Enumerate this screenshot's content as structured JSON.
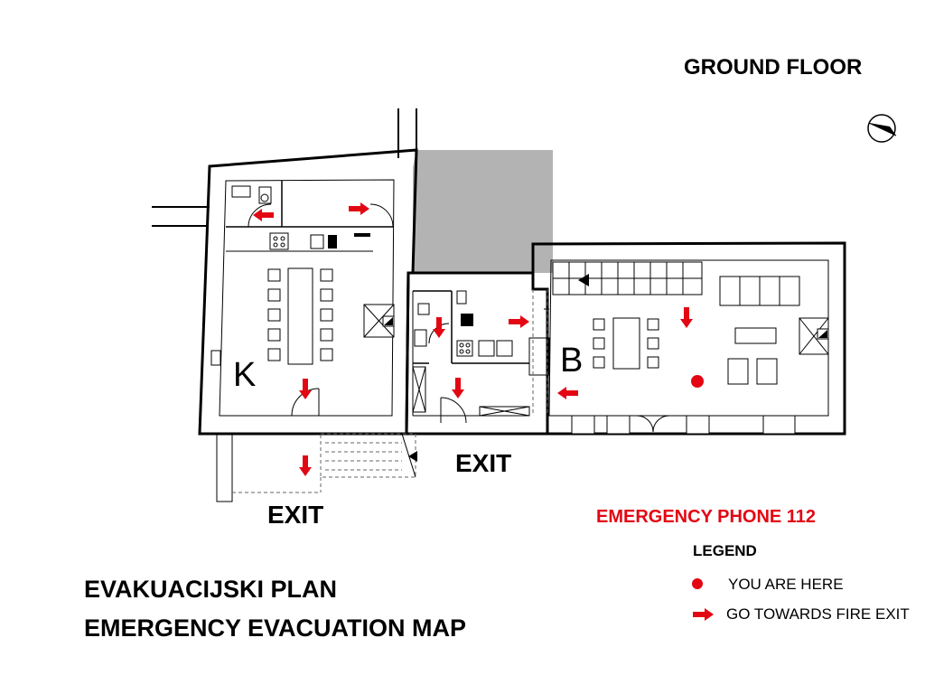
{
  "header": {
    "floor_label": "GROUND FLOOR"
  },
  "rooms": {
    "left_label": "K",
    "right_label": "B"
  },
  "exits": {
    "left_exit": "EXIT",
    "middle_exit": "EXIT"
  },
  "phone": {
    "text": "EMERGENCY PHONE 112"
  },
  "legend": {
    "title": "LEGEND",
    "items": [
      {
        "icon": "red-dot-icon",
        "label": "YOU ARE HERE"
      },
      {
        "icon": "red-arrow-icon",
        "label": "GO TOWARDS FIRE EXIT"
      }
    ]
  },
  "titles": {
    "line1": "EVAKUACIJSKI PLAN",
    "line2": "EMERGENCY EVACUATION MAP"
  },
  "colors": {
    "accent": "#e30613",
    "courtyard": "#b3b3b3",
    "wall": "#000000"
  },
  "icons": {
    "compass": "north-compass-icon"
  }
}
